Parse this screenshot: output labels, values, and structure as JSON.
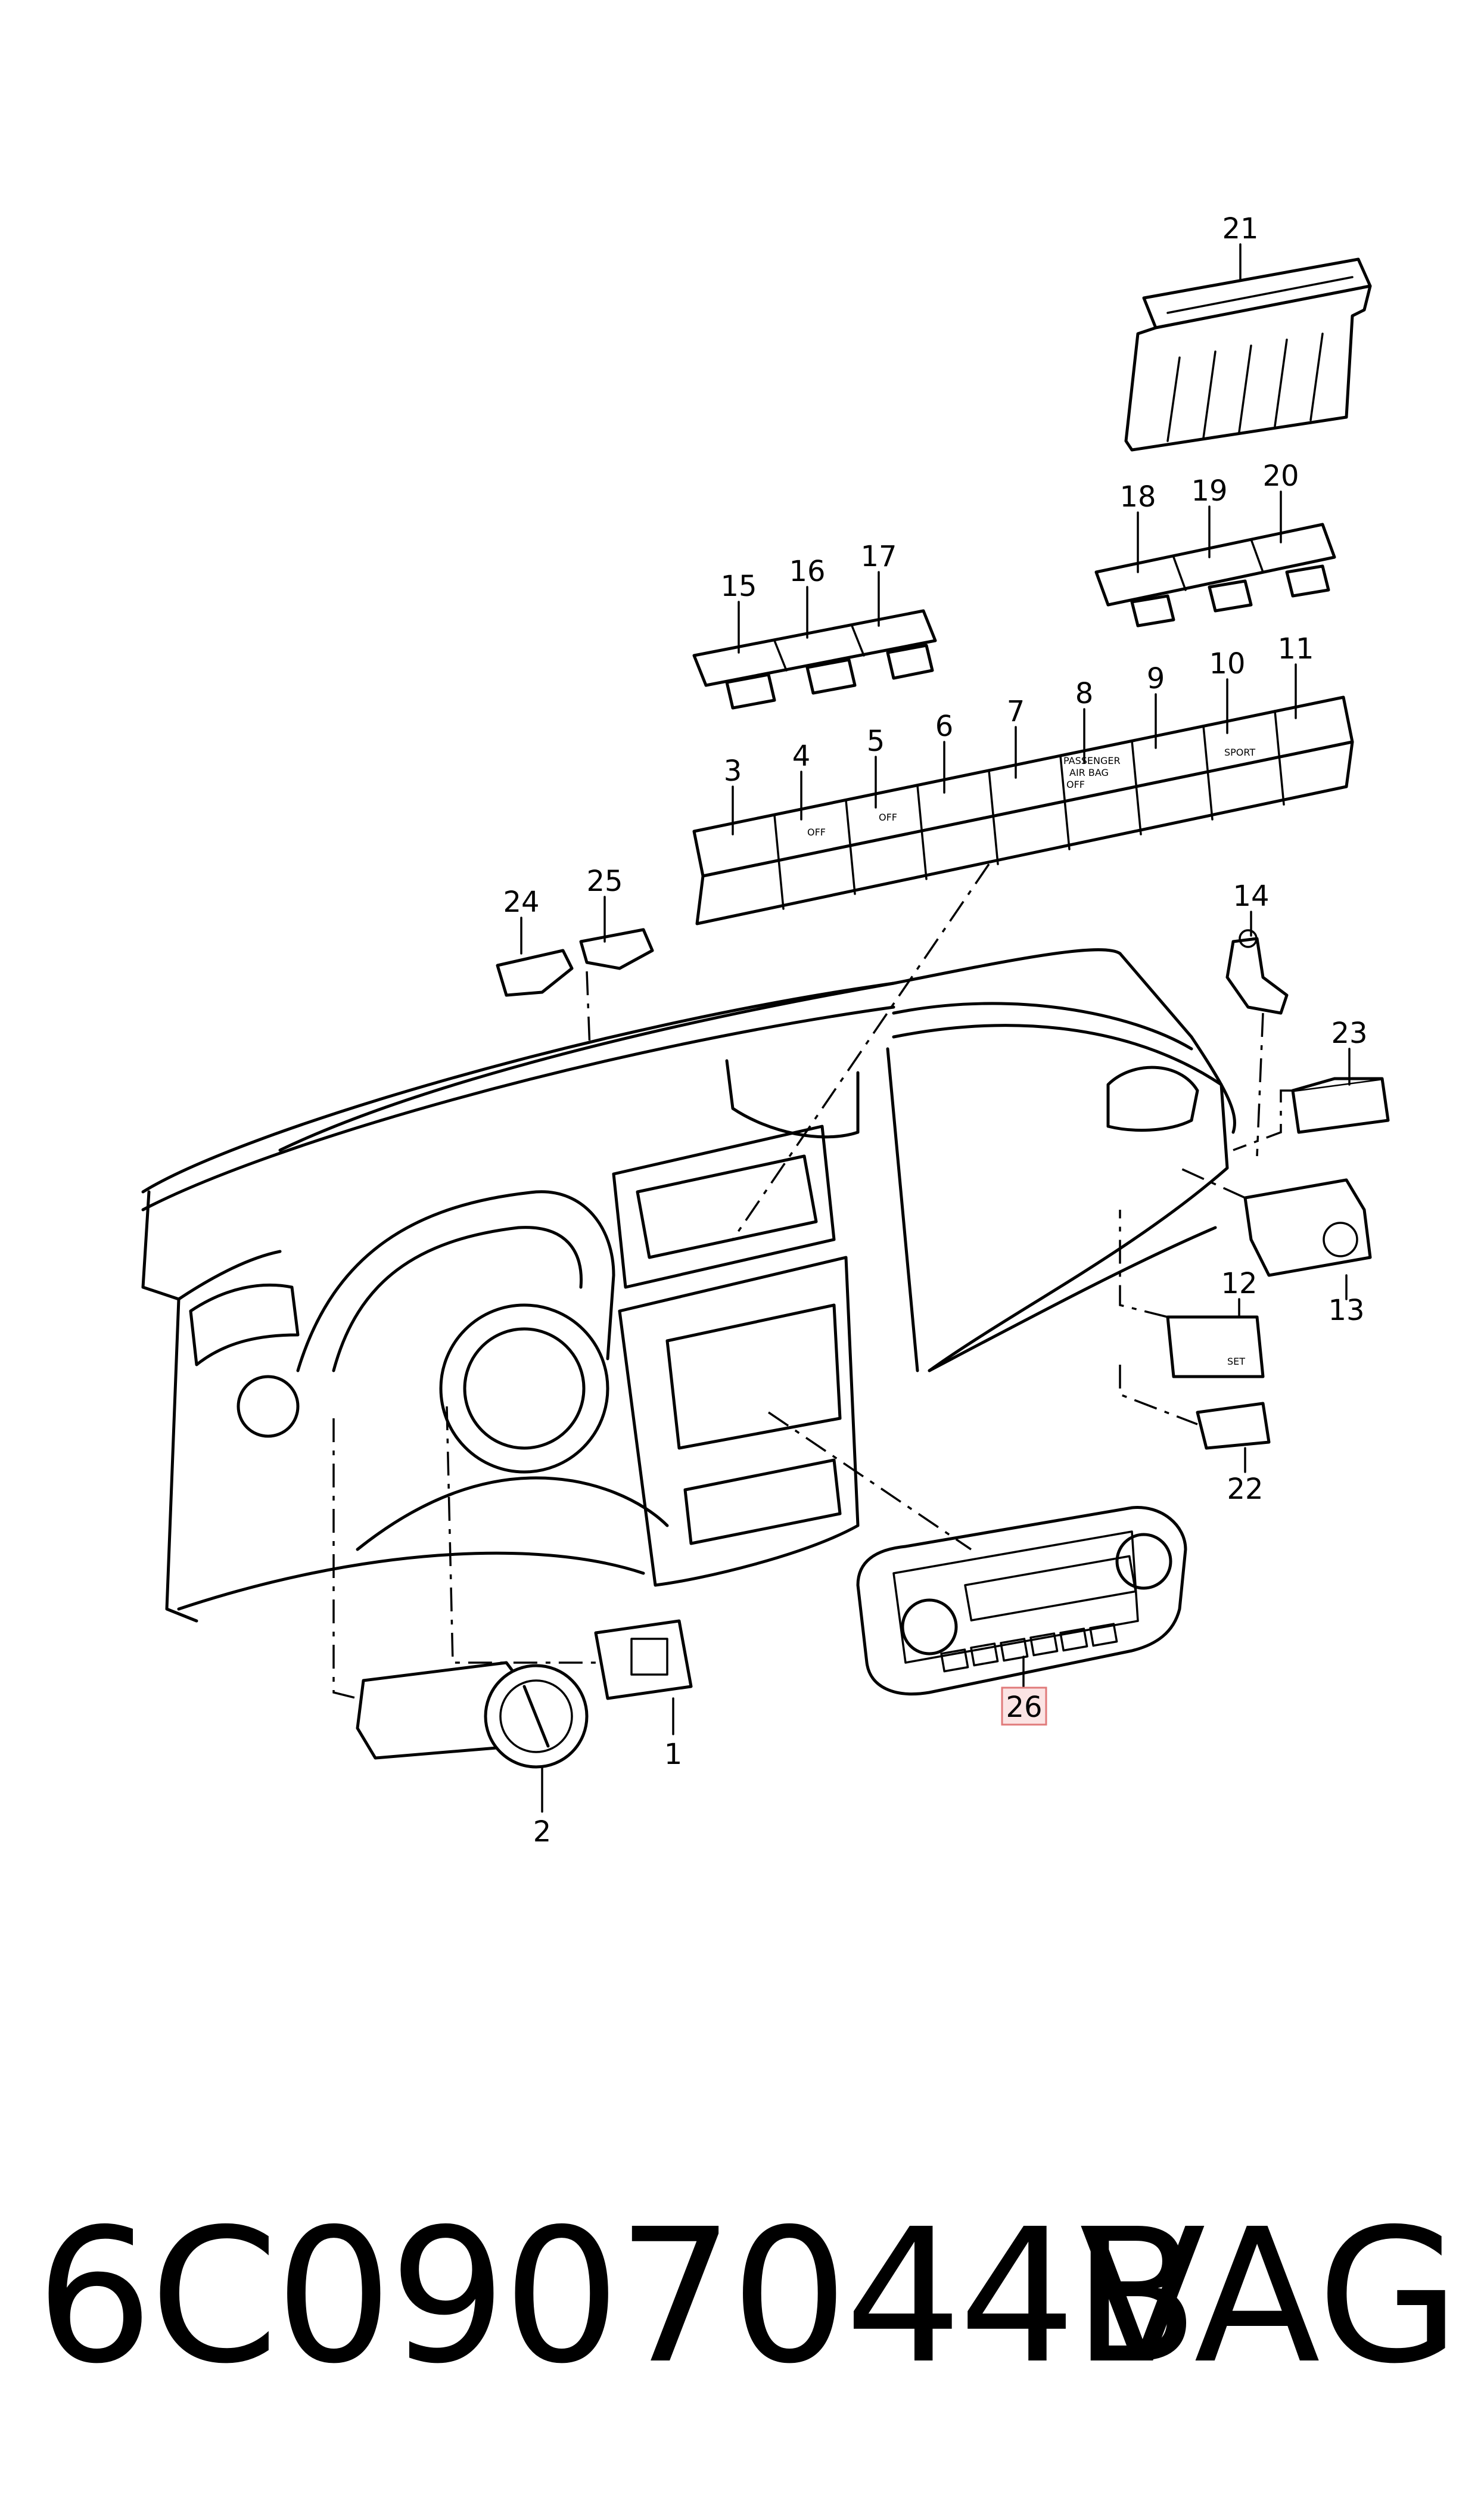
{
  "callouts": {
    "c1": "1",
    "c2": "2",
    "c3": "3",
    "c4": "4",
    "c5": "5",
    "c6": "6",
    "c7": "7",
    "c8": "8",
    "c9": "9",
    "c10": "10",
    "c11": "11",
    "c12": "12",
    "c13": "13",
    "c14": "14",
    "c15": "15",
    "c16": "16",
    "c17": "17",
    "c18": "18",
    "c19": "19",
    "c20": "20",
    "c21": "21",
    "c22": "22",
    "c23": "23",
    "c24": "24",
    "c25": "25",
    "c26": "26"
  },
  "highlighted_callout": "26",
  "highlight_color": "#e07a7a",
  "switch_labels": {
    "off_4": "OFF",
    "off_5": "OFF",
    "passenger_line1": "PASSENGER",
    "passenger_line2": "AIR BAG",
    "passenger_line3": "OFF",
    "sport": "SPORT",
    "set": "SET"
  },
  "footer": {
    "part_number": "6C0907044B",
    "brand": "VAG"
  }
}
